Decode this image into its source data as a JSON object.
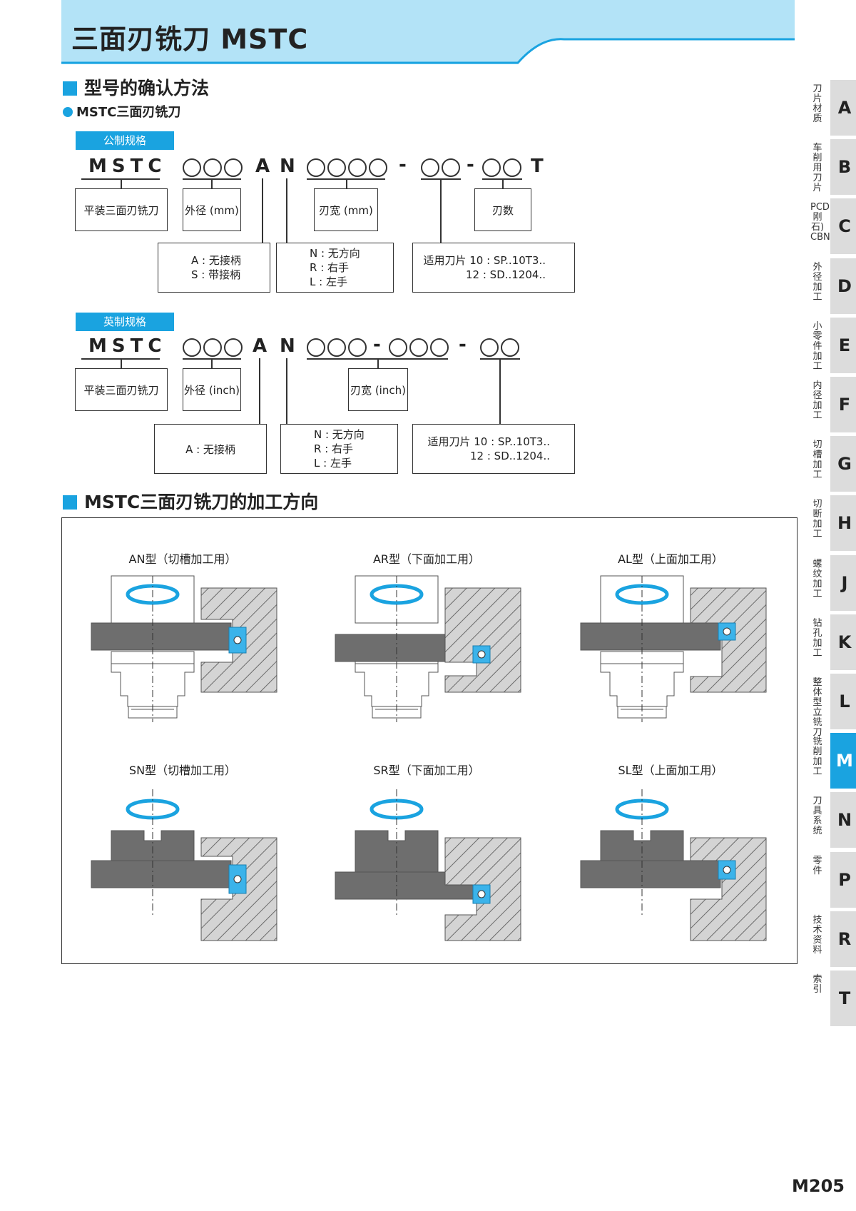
{
  "page_title": "三面刃铣刀 MSTC",
  "section1_title": "型号的确认方法",
  "subtitle": "MSTC三面刃铣刀",
  "metric": {
    "tag": "公制规格",
    "code": {
      "mstc": "MSTC",
      "a": "A",
      "n": "N",
      "dash": "-",
      "t": "T"
    },
    "labels": {
      "type": "平装三面刃铣刀",
      "dia": "外径 (mm)",
      "width": "刃宽 (mm)",
      "teeth": "刃数"
    },
    "shank": [
      "A : 无接柄",
      "S : 带接柄"
    ],
    "direction": [
      "N : 无方向",
      "R : 右手",
      "L : 左手"
    ],
    "insert": [
      "适用刀片 10 : SP..10T3..",
      "12 : SD..1204.."
    ]
  },
  "inch": {
    "tag": "英制规格",
    "code": {
      "mstc": "MSTC",
      "a": "A",
      "n": "N",
      "dash": "-"
    },
    "labels": {
      "type": "平装三面刃铣刀",
      "dia": "外径 (inch)",
      "width": "刃宽 (inch)"
    },
    "shank": [
      "A : 无接柄"
    ],
    "direction": [
      "N : 无方向",
      "R : 右手",
      "L : 左手"
    ],
    "insert": [
      "适用刀片 10 : SP..10T3..",
      "12 : SD..1204.."
    ]
  },
  "section2_title": "MSTC三面刃铣刀的加工方向",
  "diagrams": [
    {
      "label": "AN型（切槽加工用）"
    },
    {
      "label": "AR型（下面加工用）"
    },
    {
      "label": "AL型（上面加工用）"
    },
    {
      "label": "SN型（切槽加工用）"
    },
    {
      "label": "SR型（下面加工用）"
    },
    {
      "label": "SL型（上面加工用）"
    }
  ],
  "side_tabs": [
    {
      "letter": "A",
      "label": "刀片材质"
    },
    {
      "letter": "B",
      "label": "车削用刀片"
    },
    {
      "letter": "C",
      "label": "PCD(金刚石) CBN"
    },
    {
      "letter": "D",
      "label": "外径加工"
    },
    {
      "letter": "E",
      "label": "小零件加工"
    },
    {
      "letter": "F",
      "label": "内径加工"
    },
    {
      "letter": "G",
      "label": "切槽加工"
    },
    {
      "letter": "H",
      "label": "切断加工"
    },
    {
      "letter": "J",
      "label": "螺纹加工"
    },
    {
      "letter": "K",
      "label": "钻孔加工"
    },
    {
      "letter": "L",
      "label": "整体型立铣刀"
    },
    {
      "letter": "M",
      "label": "铣削加工",
      "active": true
    },
    {
      "letter": "N",
      "label": "刀具系统"
    },
    {
      "letter": "P",
      "label": "零件"
    },
    {
      "letter": "R",
      "label": "技术资料"
    },
    {
      "letter": "T",
      "label": "索引"
    }
  ],
  "page_number": "M205",
  "colors": {
    "accent": "#1aa3e0",
    "header_bg": "#b3e3f7",
    "tool_gray": "#6e6e6e"
  }
}
